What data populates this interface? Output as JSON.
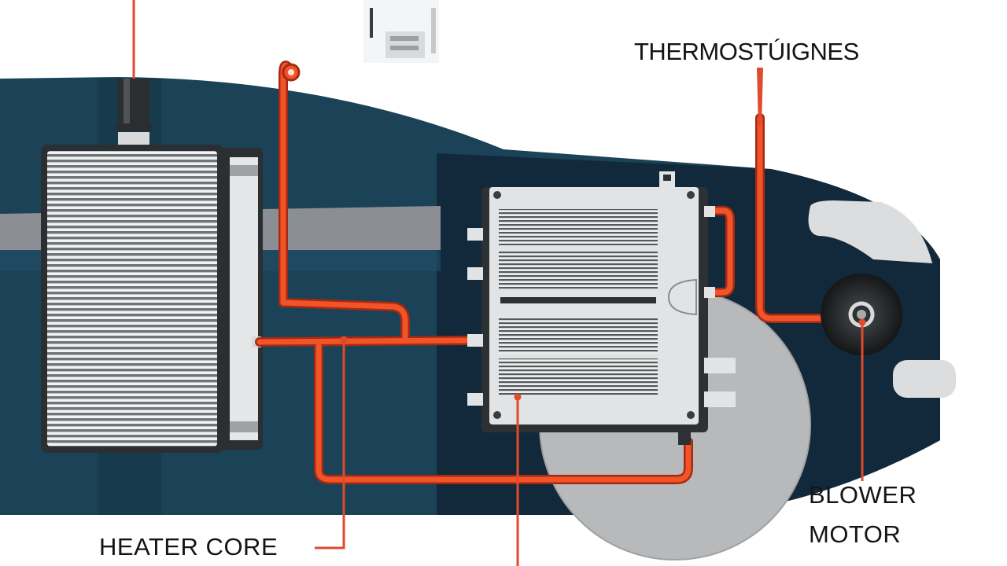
{
  "labels": {
    "thermostat": "THERMOSTÚIGNES",
    "heater_core": "HEATER CORE",
    "blower_line1": "BLOWER",
    "blower_line2": "MOTOR"
  },
  "colors": {
    "body_panel": "#1b4257",
    "pipe": "#e8401c",
    "leader": "#e04a2e",
    "metal_light": "#e2e3e4",
    "metal_dark": "#3a3d40",
    "disc": "#b8b9bb"
  },
  "icons": [
    "heater-core-radiator",
    "thermostat-housing",
    "hvac-control-module",
    "blower-motor-fan",
    "fan-disc"
  ]
}
